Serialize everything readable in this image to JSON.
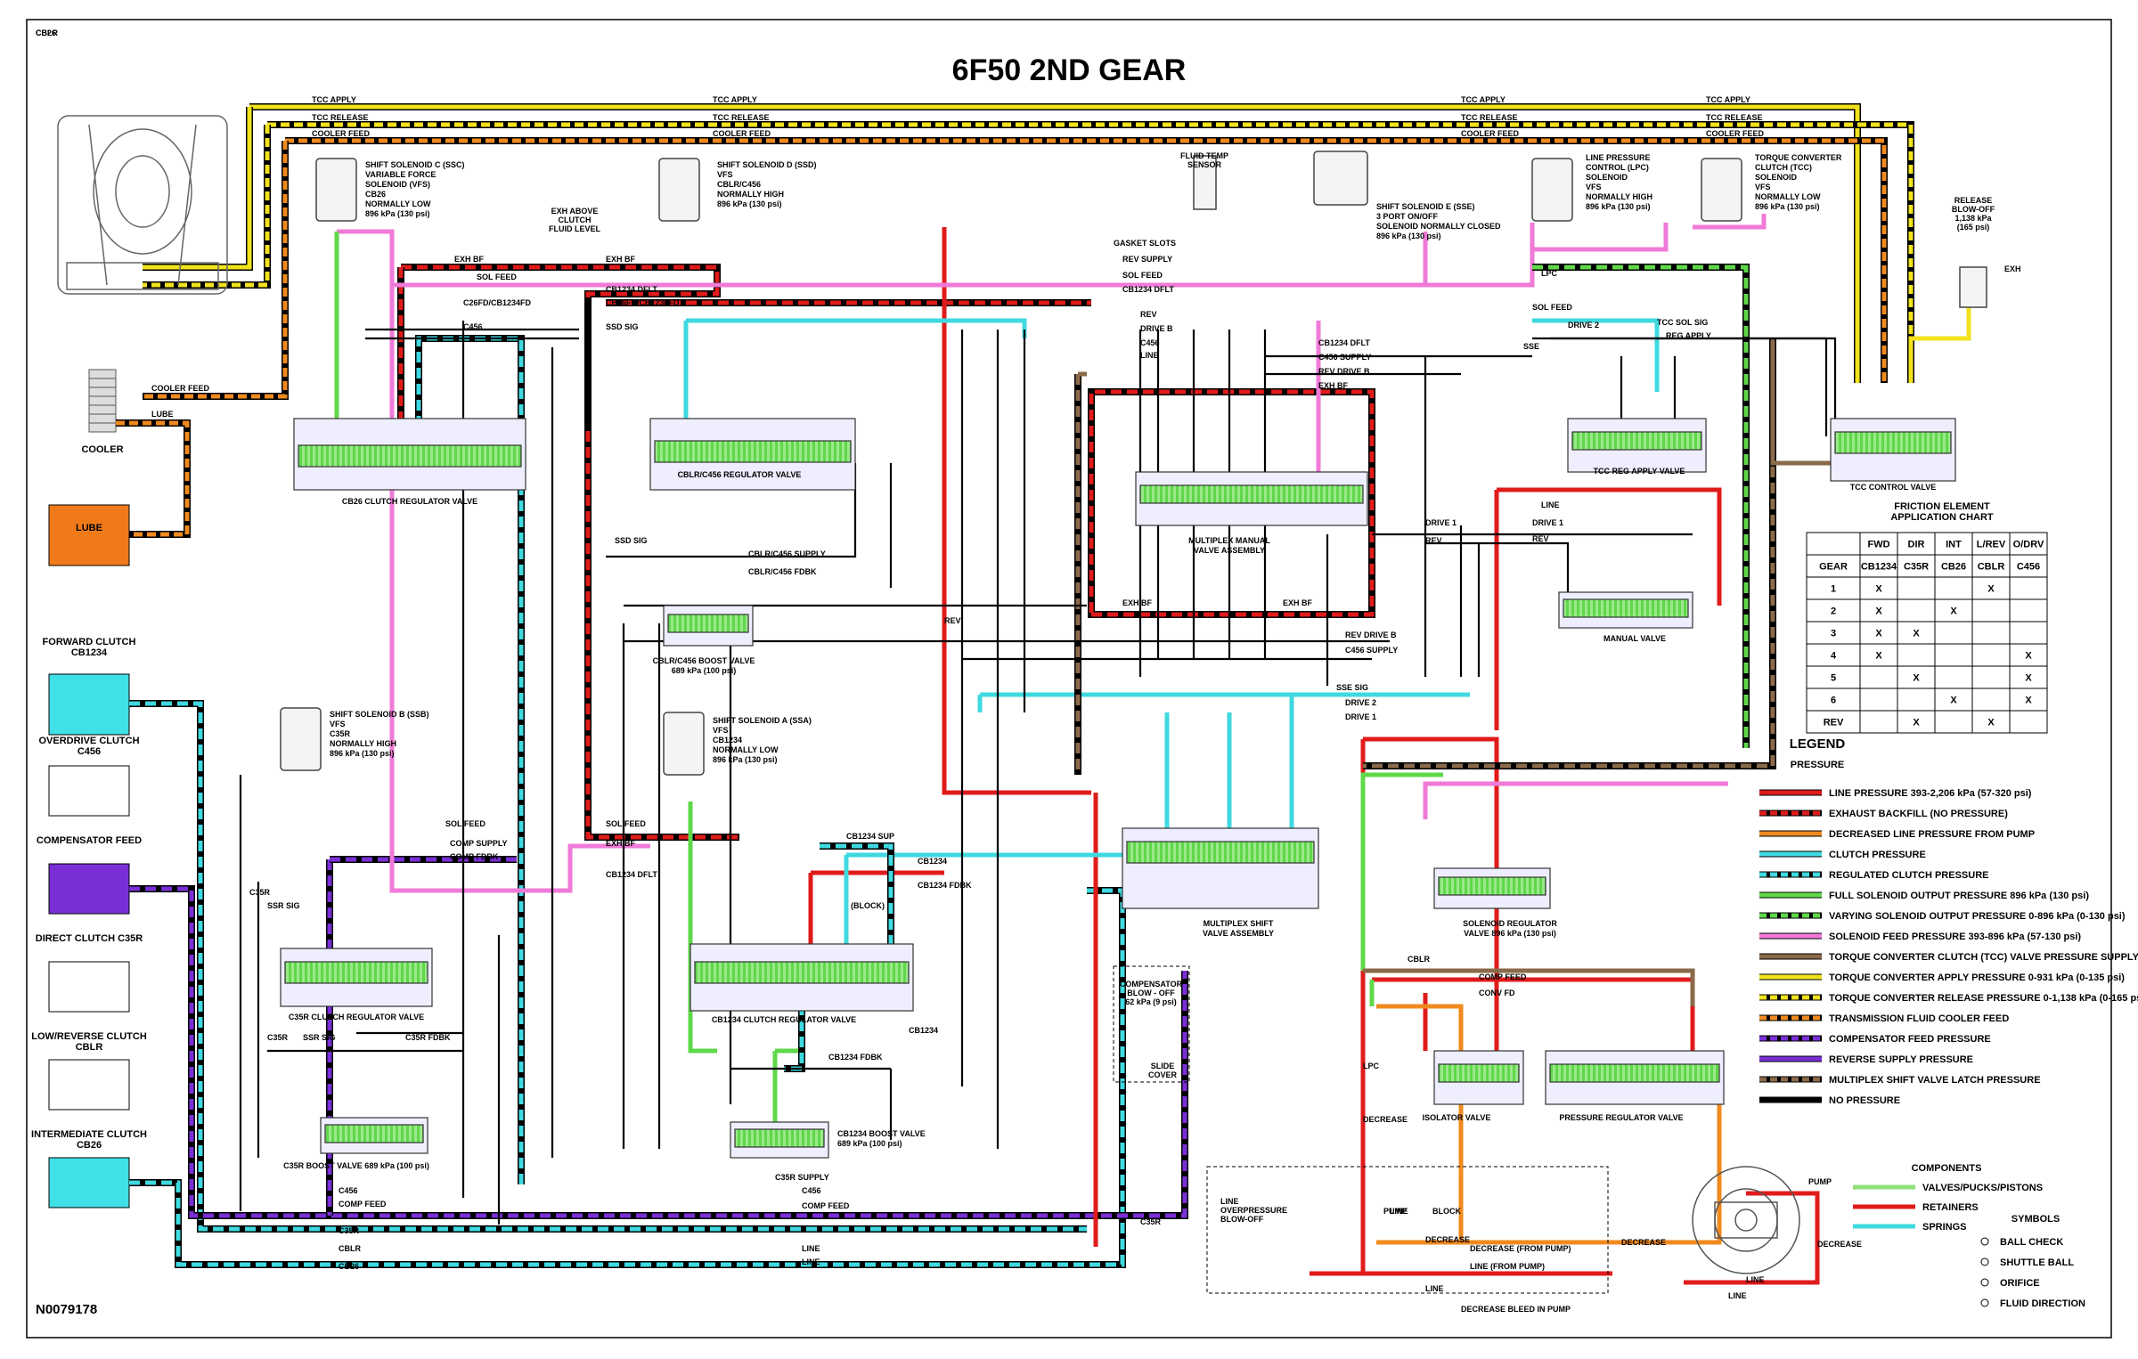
{
  "title": "6F50 2ND GEAR",
  "doc_id": "N0079178",
  "colors": {
    "line": "#e01b1b",
    "exhaust_backfill": "#e01b1b",
    "decreased_line": "#f08a1e",
    "clutch": "#3fd9e0",
    "regulated_clutch": "#3fd9e0",
    "full_solenoid": "#5fd84a",
    "varying_solenoid": "#5fd84a",
    "solenoid_feed": "#f07ad8",
    "tcc_supply": "#8a6a4a",
    "tc_apply": "#f2e21c",
    "tc_release": "#f2e21c",
    "cooler_feed": "#f08a1e",
    "compensator_feed": "#7a2fd6",
    "reverse_supply": "#7a2fd6",
    "multiplex_latch": "#8a6a4a",
    "no_pressure": "#000000",
    "lube_box": "#f07a1a",
    "forward_box": "#3fe0e6",
    "compensator_box": "#7a2fd6"
  },
  "top_lines": {
    "tcc_apply": [
      "TCC APPLY",
      "TCC APPLY",
      "TCC APPLY",
      "TCC APPLY"
    ],
    "tcc_release": [
      "TCC RELEASE",
      "TCC RELEASE",
      "TCC RELEASE",
      "TCC RELEASE"
    ],
    "cooler_feed": [
      "COOLER FEED",
      "COOLER FEED",
      "COOLER FEED",
      "COOLER FEED"
    ]
  },
  "cooler": {
    "label": "COOLER",
    "feed": "COOLER FEED",
    "lube": "LUBE"
  },
  "left_boxes": [
    {
      "label": "LUBE"
    },
    {
      "label": "FORWARD CLUTCH CB1234"
    },
    {
      "label": "OVERDRIVE CLUTCH C456"
    },
    {
      "label": "COMPENSATOR FEED"
    },
    {
      "label": "DIRECT CLUTCH C35R"
    },
    {
      "label": "LOW/REVERSE CLUTCH CBLR"
    },
    {
      "label": "INTERMEDIATE CLUTCH CB26"
    }
  ],
  "solenoids": {
    "ssc": [
      "SHIFT SOLENOID C (SSC)",
      "VARIABLE FORCE",
      "SOLENOID (VFS)",
      "CB26",
      "NORMALLY LOW",
      "896 kPa (130 psi)"
    ],
    "ssd": [
      "SHIFT SOLENOID D (SSD)",
      "VFS",
      "CBLR/C456",
      "NORMALLY HIGH",
      "896 kPa (130 psi)"
    ],
    "sse": [
      "SHIFT SOLENOID E (SSE)",
      "3 PORT ON/OFF",
      "SOLENOID NORMALLY CLOSED",
      "896 kPa (130 psi)"
    ],
    "lpc": [
      "LINE PRESSURE",
      "CONTROL (LPC)",
      "SOLENOID",
      "VFS",
      "NORMALLY HIGH",
      "896 kPa (130 psi)"
    ],
    "tcc": [
      "TORQUE CONVERTER",
      "CLUTCH (TCC)",
      "SOLENOID",
      "VFS",
      "NORMALLY LOW",
      "896 kPa (130 psi)"
    ],
    "ssb": [
      "SHIFT SOLENOID B (SSB)",
      "VFS",
      "C35R",
      "NORMALLY HIGH",
      "896 kPa (130 psi)"
    ],
    "ssa": [
      "SHIFT SOLENOID A (SSA)",
      "VFS",
      "CB1234",
      "NORMALLY LOW",
      "896 kPa (130 psi)"
    ]
  },
  "misc_labels": {
    "exh_above": [
      "EXH ABOVE",
      "CLUTCH",
      "FLUID LEVEL"
    ],
    "fluid_temp": [
      "FLUID TEMP",
      "SENSOR"
    ],
    "gasket_slots": "GASKET SLOTS",
    "release_blowoff": [
      "RELEASE",
      "BLOW-OFF",
      "1,138 kPa",
      "(165 psi)"
    ],
    "exh": "EXH",
    "compensator_blowoff": [
      "COMPENSATOR",
      "BLOW - OFF",
      "62 kPa (9 psi)"
    ],
    "slide_cover": [
      "SLIDE",
      "COVER"
    ],
    "line_overpressure": [
      "LINE",
      "OVERPRESSURE",
      "BLOW-OFF"
    ],
    "decrease_bleed": "DECREASE BLEED IN PUMP",
    "pump": "PUMP",
    "block": "BLOCK",
    "decrease_from_pump": "DECREASE (FROM PUMP)",
    "line_from_pump": "LINE (FROM PUMP)",
    "decrease": "DECREASE",
    "line": "LINE",
    "block_paren": "(BLOCK)"
  },
  "valves": {
    "cb26_reg": "CB26 CLUTCH REGULATOR VALVE",
    "cblr_reg": "CBLR/C456 REGULATOR VALVE",
    "cblr_boost": [
      "CBLR/C456 BOOST VALVE",
      "689 kPa (100 psi)"
    ],
    "mux_manual": [
      "MULTIPLEX MANUAL",
      "VALVE ASSEMBLY"
    ],
    "tcc_reg_apply": "TCC REG APPLY VALVE",
    "tcc_control": "TCC CONTROL VALVE",
    "manual": "MANUAL VALVE",
    "mux_shift": [
      "MULTIPLEX SHIFT",
      "VALVE ASSEMBLY"
    ],
    "sol_reg": [
      "SOLENOID REGULATOR",
      "VALVE 896 kPa (130 psi)"
    ],
    "c35r_reg": "C35R CLUTCH REGULATOR VALVE",
    "c35r_boost": "C35R BOOST VALVE 689 kPa (100 psi)",
    "cb1234_reg": "CB1234 CLUTCH REGULATOR VALVE",
    "cb1234_boost": [
      "CB1234 BOOST VALVE",
      "689 kPa (100 psi)"
    ],
    "isolator": "ISOLATOR VALVE",
    "pressure_reg": "PRESSURE REGULATOR VALVE"
  },
  "line_labels": [
    "EXH BF",
    "SOL FEED",
    "C26FD/CB1234FD",
    "C456",
    "EXH BF",
    "CB1234 DFLT",
    "CB26FD/CB1234FD",
    "SSD SIG",
    "REV SUPPLY",
    "SOL FEED",
    "CB1234 DFLT",
    "REV",
    "DRIVE B",
    "C456",
    "LINE",
    "CB1234 DFLT",
    "C456 SUPPLY",
    "REV DRIVE B",
    "EXH BF",
    "SOL FEED",
    "DRIVE 2",
    "SSE",
    "TCC SOL SIG",
    "REG APPLY",
    "LPC",
    "SSD SIG",
    "CBLR/C456 SUPPLY",
    "CBLR/C456 FDBK",
    "EXH BF",
    "EXH BF",
    "REV",
    "REV DRIVE B",
    "C456 SUPPLY",
    "DRIVE 1",
    "DRIVE 1",
    "REV",
    "REV",
    "LINE",
    "SSE SIG",
    "DRIVE 2",
    "DRIVE 1",
    "SOL FEED",
    "COMP SUPPLY",
    "COMP FDBK",
    "SOL FEED",
    "EXH BF",
    "CB1234 DFLT",
    "C35R",
    "SSR SIG",
    "C35R",
    "SSR SIG",
    "C35R FDBK",
    "CB1234 SUP",
    "CB1234",
    "CB1234 FDBK",
    "CB1234",
    "CB1234 FDBK",
    "C35R SUPPLY",
    "C456",
    "COMP FEED",
    "C35R",
    "CBLR",
    "CB26",
    "C456",
    "COMP FEED",
    "C35R",
    "CBLR",
    "COMP FEED",
    "CONV FD",
    "LPC",
    "DECREASE",
    "LINE",
    "DECREASE",
    "PUMP",
    "DECREASE",
    "LINE",
    "LINE",
    "LINE",
    "LINE",
    "CB26",
    "CBLR"
  ],
  "chart": {
    "title": [
      "FRICTION ELEMENT",
      "APPLICATION CHART"
    ],
    "columns": [
      "",
      "FWD",
      "DIR",
      "INT",
      "L/REV",
      "O/DRV"
    ],
    "subheader": [
      "GEAR",
      "CB1234",
      "C35R",
      "CB26",
      "CBLR",
      "C456"
    ],
    "rows": [
      [
        "1",
        "X",
        "",
        "",
        "X",
        ""
      ],
      [
        "2",
        "X",
        "",
        "X",
        "",
        ""
      ],
      [
        "3",
        "X",
        "X",
        "",
        "",
        ""
      ],
      [
        "4",
        "X",
        "",
        "",
        "",
        "X"
      ],
      [
        "5",
        "",
        "X",
        "",
        "",
        "X"
      ],
      [
        "6",
        "",
        "",
        "X",
        "",
        "X"
      ],
      [
        "REV",
        "",
        "X",
        "",
        "X",
        ""
      ]
    ]
  },
  "legend": {
    "title": "LEGEND",
    "pressure_title": "PRESSURE",
    "items": [
      {
        "label": "LINE PRESSURE 393-2,206 kPa (57-320 psi)",
        "color": "#e01b1b",
        "style": "solid"
      },
      {
        "label": "EXHAUST BACKFILL (NO PRESSURE)",
        "color": "#e01b1b",
        "style": "dash"
      },
      {
        "label": "DECREASED LINE PRESSURE FROM PUMP",
        "color": "#f08a1e",
        "style": "solid"
      },
      {
        "label": "CLUTCH PRESSURE",
        "color": "#3fd9e0",
        "style": "solid"
      },
      {
        "label": "REGULATED CLUTCH PRESSURE",
        "color": "#3fd9e0",
        "style": "dash"
      },
      {
        "label": "FULL SOLENOID OUTPUT PRESSURE 896 kPa (130 psi)",
        "color": "#5fd84a",
        "style": "solid"
      },
      {
        "label": "VARYING SOLENOID OUTPUT PRESSURE 0-896 kPa (0-130 psi)",
        "color": "#5fd84a",
        "style": "dash"
      },
      {
        "label": "SOLENOID FEED PRESSURE 393-896 kPa (57-130 psi)",
        "color": "#f07ad8",
        "style": "solid"
      },
      {
        "label": "TORQUE CONVERTER CLUTCH (TCC) VALVE PRESSURE SUPPLY",
        "color": "#8a6a4a",
        "style": "solid"
      },
      {
        "label": "TORQUE CONVERTER APPLY PRESSURE 0-931 kPa (0-135 psi)",
        "color": "#f2e21c",
        "style": "solid"
      },
      {
        "label": "TORQUE CONVERTER RELEASE PRESSURE 0-1,138 kPa (0-165 psi)",
        "color": "#f2e21c",
        "style": "dash"
      },
      {
        "label": "TRANSMISSION FLUID COOLER FEED",
        "color": "#f08a1e",
        "style": "dash"
      },
      {
        "label": "COMPENSATOR FEED PRESSURE",
        "color": "#7a2fd6",
        "style": "dash"
      },
      {
        "label": "REVERSE SUPPLY PRESSURE",
        "color": "#7a2fd6",
        "style": "solid"
      },
      {
        "label": "MULTIPLEX SHIFT VALVE LATCH PRESSURE",
        "color": "#8a6a4a",
        "style": "dash"
      },
      {
        "label": "NO PRESSURE",
        "color": "#000000",
        "style": "solid"
      }
    ],
    "components_title": "COMPONENTS",
    "components": [
      {
        "label": "VALVES/PUCKS/PISTONS",
        "color": "#8fe07a"
      },
      {
        "label": "RETAINERS",
        "color": "#e01b1b"
      },
      {
        "label": "SPRINGS",
        "color": "#3fd9e0"
      }
    ],
    "symbols_title": "SYMBOLS",
    "symbols": [
      {
        "label": "BALL CHECK",
        "glyph": "ball-check"
      },
      {
        "label": "SHUTTLE BALL",
        "glyph": "shuttle-ball"
      },
      {
        "label": "ORIFICE",
        "glyph": "orifice"
      },
      {
        "label": "FLUID DIRECTION",
        "glyph": "fluid-direction"
      }
    ]
  }
}
